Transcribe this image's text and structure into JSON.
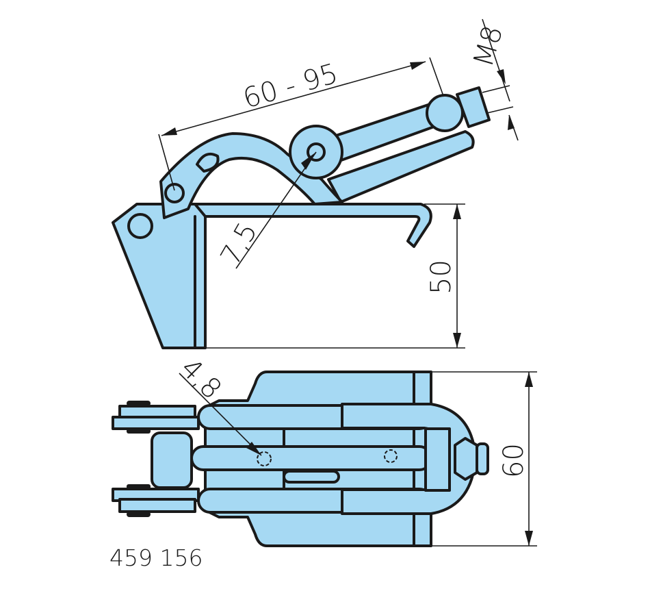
{
  "title": "Toggle clamp technical drawing",
  "part_number": "459 156",
  "fill_color": "#a6d9f3",
  "dimensions": {
    "lever_range": "60 - 95",
    "thread": "M8",
    "pivot_hole": "7,5",
    "height": "50",
    "mount_hole": "4,8",
    "width": "60"
  }
}
